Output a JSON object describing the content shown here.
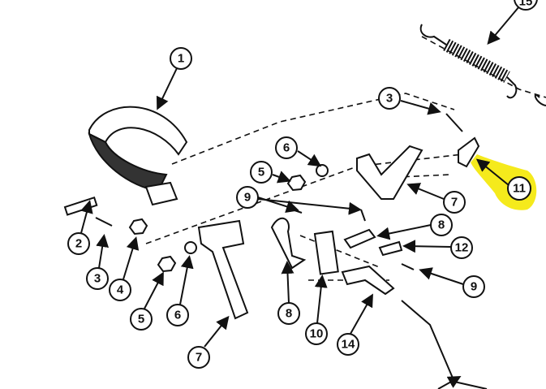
{
  "diagram": {
    "highlight_color": "#f5ea1c",
    "highlighted_callout": "11",
    "callouts": {
      "c1": "1",
      "c15": "15",
      "c3a": "3",
      "c6a": "6",
      "c5a": "5",
      "c9a": "9",
      "c11": "11",
      "c7a": "7",
      "c8a": "8",
      "c12": "12",
      "c9b": "9",
      "c2": "2",
      "c3b": "3",
      "c4": "4",
      "c5b": "5",
      "c6b": "6",
      "c7b": "7",
      "c8b": "8",
      "c10": "10",
      "c14": "14"
    }
  }
}
